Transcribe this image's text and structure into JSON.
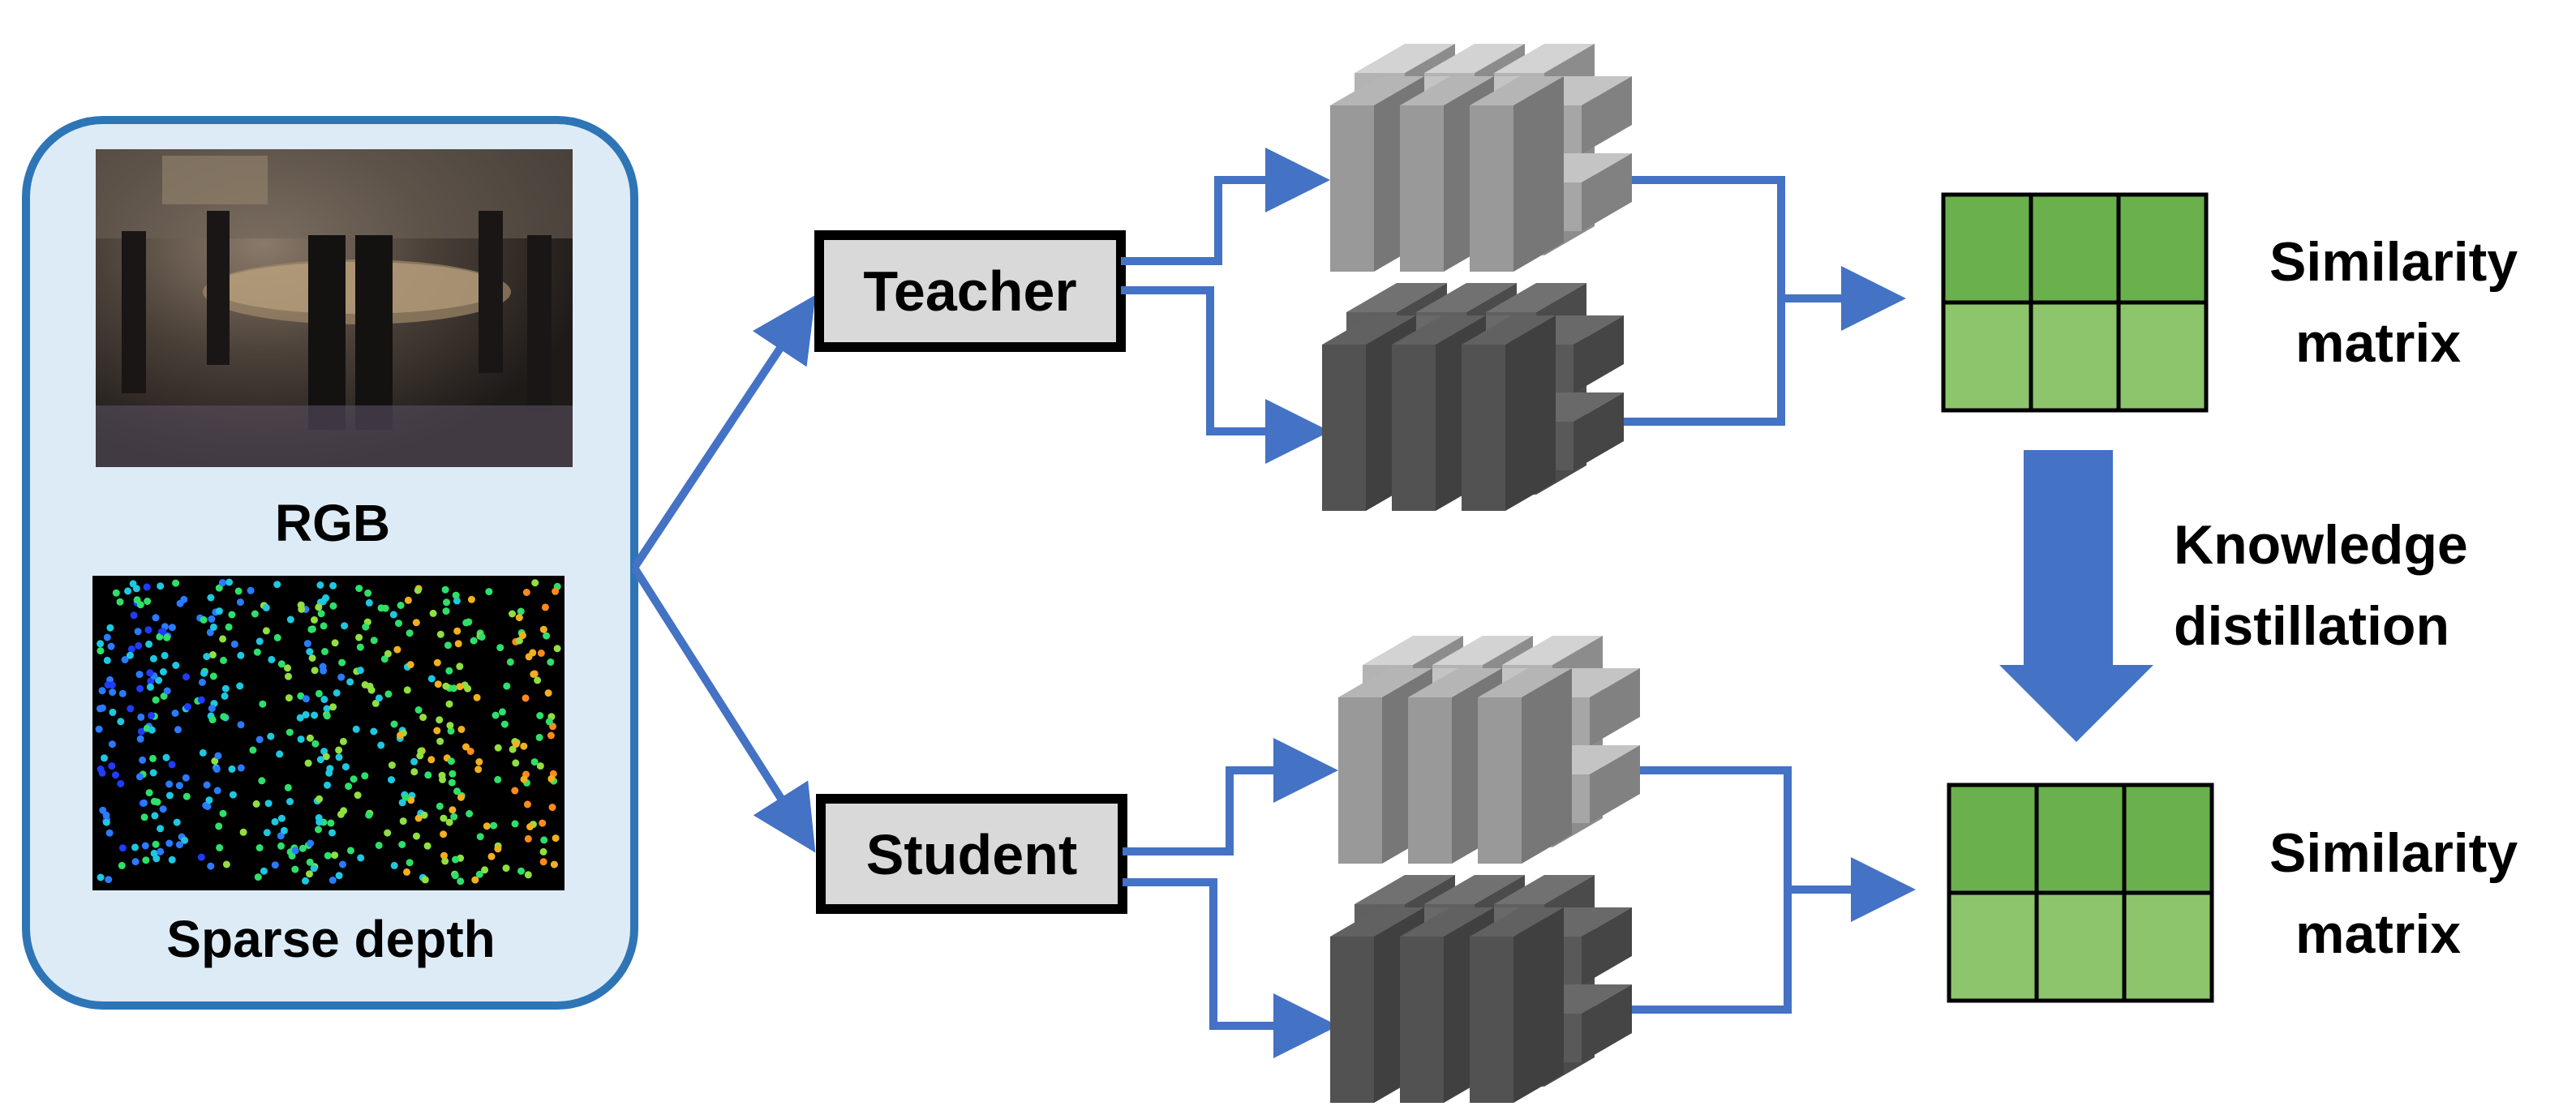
{
  "input_panel": {
    "rgb_label": "RGB",
    "depth_label": "Sparse depth"
  },
  "branches": {
    "teacher": {
      "label": "Teacher",
      "output_label_line1": "Similarity",
      "output_label_line2": "matrix"
    },
    "student": {
      "label": "Student",
      "output_label_line1": "Similarity",
      "output_label_line2": "matrix"
    }
  },
  "distillation": {
    "line1": "Knowledge",
    "line2": "distillation"
  },
  "colors": {
    "arrow": "#4472c4",
    "panel_border": "#2e75b6",
    "panel_fill": "#ddebf7",
    "matrix_top": "#6ab04c",
    "matrix_bottom": "#8cc56b",
    "feature_light": "#a6a6a6",
    "feature_dark": "#595959",
    "box_fill": "#d9d9d9"
  }
}
